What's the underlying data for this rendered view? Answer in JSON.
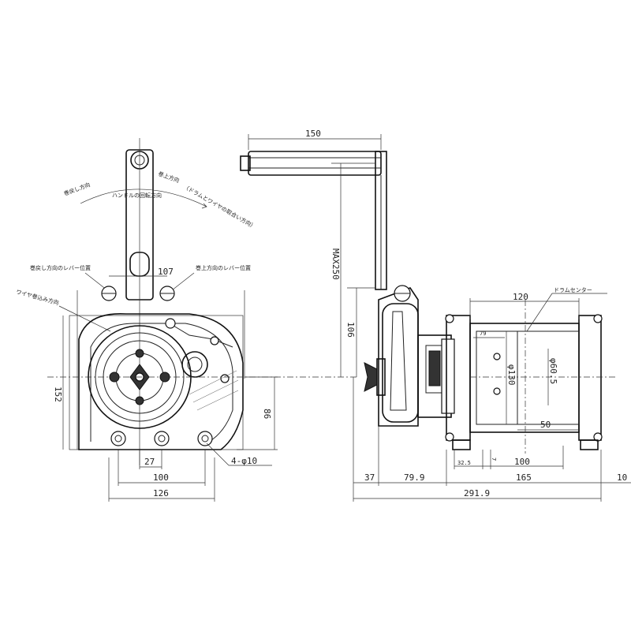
{
  "side_view": {
    "dimensions": {
      "d_107": "107",
      "d_152": "152",
      "d_86": "86",
      "d_27": "27",
      "d_100": "100",
      "d_126": "126",
      "d_hole": "4-φ10"
    },
    "notes": {
      "unwind_direction": "巻戻し方向",
      "wind_direction": "巻上方向",
      "handle_rotation": "ハンドルの回転方向",
      "wire_note": "（ドラムとワイヤの取合い方向）",
      "lever_unwind": "巻戻し方向のレバー位置",
      "lever_wind": "巻上方向のレバー位置",
      "wire_direction": "ワイヤ巻込み方向"
    }
  },
  "front_view": {
    "dimensions": {
      "d_150": "150",
      "d_max250": "MAX250",
      "d_106": "106",
      "d_120": "120",
      "d_79": "79",
      "d_130": "φ130",
      "d_60_5": "φ60.5",
      "d_50": "50",
      "d_32_5": "32.5",
      "d_7": "7",
      "d_100b": "100",
      "d_37": "37",
      "d_79_9": "79.9",
      "d_165": "165",
      "d_10": "10",
      "d_291_9": "291.9"
    },
    "notes": {
      "drum_center": "ドラムセンター"
    }
  }
}
